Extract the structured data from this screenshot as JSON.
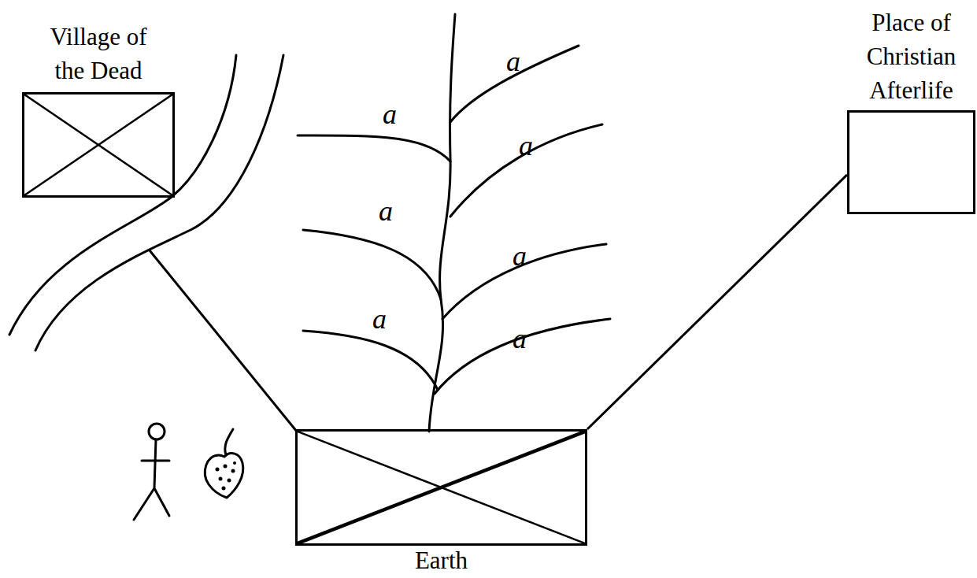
{
  "diagram": {
    "nodes": [
      {
        "text": [
          "Village of the Dead"
        ]
      },
      {
        "text": [
          "Place of Christian Afterlife"
        ]
      },
      {
        "text": [
          "Earth"
        ]
      }
    ],
    "edges": [
      {
        "from": 2,
        "to": 1,
        "arrow": "none"
      }
    ],
    "labels": [
      "a",
      "a",
      "a",
      "a",
      "a",
      "a",
      "a"
    ]
  }
}
